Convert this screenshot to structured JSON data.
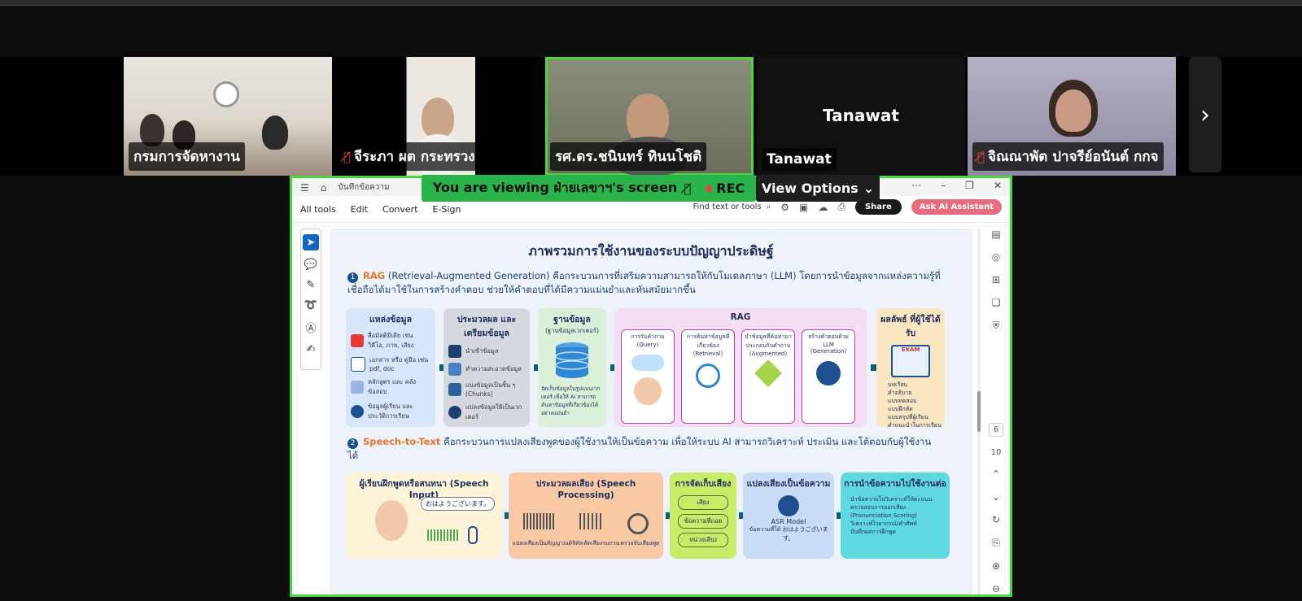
{
  "gallery": {
    "participants": [
      {
        "name": "กรมการจัดหางาน",
        "muted": false
      },
      {
        "name": "จีระภา ผต กระทรวง",
        "muted": true
      },
      {
        "name": "รศ.ดร.ชนินทร์ ทินนโชติ",
        "muted": false,
        "active_speaker": true
      },
      {
        "name": "Tanawat",
        "muted": false,
        "video_off": true,
        "center_label": "Tanawat"
      },
      {
        "name": "จิณณาพัต ปาจรีย์อนันต์ กกจ",
        "muted": true
      }
    ],
    "next_icon": "chevron-right-icon"
  },
  "share_banner": {
    "text": "You are viewing  ฝ่ายเลขาฯ's screen",
    "rec_label": "REC",
    "view_options_label": "View Options"
  },
  "pdf_app": {
    "tab_title": "บันทึกข้อความ",
    "menu": [
      "All tools",
      "Edit",
      "Convert",
      "E-Sign"
    ],
    "find_placeholder": "Find text or tools",
    "share_label": "Share",
    "ai_label": "Ask AI Assistant",
    "page_current": "6",
    "page_total": "10"
  },
  "doc": {
    "title": "ภาพรวมการใช้งานของระบบปัญญาประดิษฐ์",
    "section1": {
      "num": "1",
      "keyword": "RAG",
      "text": "(Retrieval-Augmented Generation) คือกระบวนการที่เสริมความสามารถให้กับโมเดลภาษา (LLM) โดยการนำข้อมูลจากแหล่งความรู้ที่เชื่อถือได้มาใช้ในการสร้างคำตอบ ช่วยให้คำตอบที่ได้มีความแม่นยำและทันสมัยมากขึ้น"
    },
    "rag_flow": {
      "sources": {
        "title": "แหล่งข้อมูล",
        "items": [
          "สื่อมัลติมีเดีย เช่น วิดีโอ, ภาพ, เสียง",
          "เอกสาร หรือ คู่มือ เช่น pdf, doc",
          "หลักสูตร และ คลังข้อสอบ",
          "ข้อมูลผู้เรียน และ ประวัติการเรียน"
        ]
      },
      "process": {
        "title": "ประมวลผล และเตรียมข้อมูล",
        "items": [
          "นำเข้าข้อมูล",
          "ทำความสะอาดข้อมูล",
          "แบ่งข้อมูลเป็นชิ้น ๆ (Chunks)",
          "แปลงข้อมูลให้เป็นเวกเตอร์"
        ]
      },
      "database": {
        "title": "ฐานข้อมูล",
        "subtitle": "(ฐานข้อมูลเวกเตอร์)",
        "note": "จัดเก็บข้อมูลในรูปแบบเวกเตอร์ เพื่อให้ AI สามารถค้นหาข้อมูลที่เกี่ยวข้องได้อย่างแม่นยำ"
      },
      "rag": {
        "title": "RAG",
        "cards": [
          "การรับคำถาม (Query)",
          "การค้นหาข้อมูลที่เกี่ยวข้อง (Retrieval)",
          "นำข้อมูลที่ค้นหามาประกอบกับคำถาม (Augmented)",
          "สร้างคำตอบด้วย LLM (Generation)"
        ]
      },
      "output": {
        "title": "ผลลัพธ์ ที่ผู้ใช้ได้รับ",
        "items": [
          "บทเรียน",
          "คำอธิบาย",
          "แบบทดสอบ",
          "แบบฝึกหัด",
          "แบบสรุปที่ผู้เรียน",
          "คำแนะนำในการเรียน"
        ],
        "badge": "EXAM"
      }
    },
    "section2": {
      "num": "2",
      "keyword": "Speech-to-Text",
      "text": "คือกระบวนการแปลงเสียงพูดของผู้ใช้งานให้เป็นข้อความ เพื่อให้ระบบ AI สามารถวิเคราะห์ ประเมิน และโต้ตอบกับผู้ใช้งานได้"
    },
    "speech_flow": {
      "input": {
        "title": "ผู้เรียนฝึกพูดหรือสนทนา (Speech Input)",
        "bubble": "おはようございます。"
      },
      "processing": {
        "title": "ประมวลผลเสียง (Speech Processing)",
        "items": [
          "แปลงเสียงเป็นสัญญาณดิจิทัล",
          "ตัดเสียงรบกวน",
          "ตรวจจับเสียงพูด"
        ]
      },
      "storage": {
        "title": "การจัดเก็บเสียง",
        "items": [
          "เสียง",
          "ข้อความที่ถอด",
          "หน่วยเสียง"
        ]
      },
      "convert": {
        "title": "แปลงเสียงเป็นข้อความ",
        "model": "ASR Model",
        "note": "ข้อความที่ได้ おはようございます。"
      },
      "use": {
        "title": "การนำข้อความไปใช้งานต่อ",
        "items": [
          "นำข้อความไปวิเคราะห์ให้คะแนน",
          "ตรวจสอบการออกเสียง (Pronunciation Scoring)",
          "วิเคราะห์ไวยากรณ์/คำศัพท์",
          "บันทึกผลการฝึกพูด"
        ]
      }
    }
  },
  "colors": {
    "accent_green": "#4dd53f",
    "banner_green": "#2ab24b",
    "rec_red": "#e8413d",
    "doc_navy": "#1f2d5a",
    "keyword_orange": "#e8762d"
  }
}
